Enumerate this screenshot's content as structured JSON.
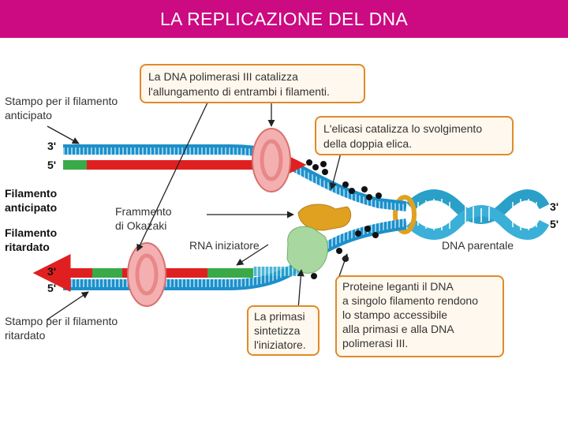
{
  "title": "LA REPLICAZIONE DEL DNA",
  "labels": {
    "leading_template": [
      "Stampo per il filamento",
      "anticipato"
    ],
    "leading_strand": [
      "Filamento",
      "anticipato"
    ],
    "lagging_strand": [
      "Filamento",
      "ritardato"
    ],
    "lagging_template": [
      "Stampo per il filamento",
      "ritardato"
    ],
    "okazaki": [
      "Frammento",
      "di Okazaki"
    ],
    "rna_primer": "RNA iniziatore",
    "parental_dna": "DNA parentale",
    "end_3": "3'",
    "end_5": "5'"
  },
  "callouts": {
    "polymerase": [
      "La DNA polimerasi III catalizza",
      "l'allungamento di entrambi i filamenti."
    ],
    "helicase": [
      "L'elicasi catalizza lo svolgimento",
      "della doppia elica."
    ],
    "ssb": [
      "Proteine leganti il DNA",
      "a singolo filamento rendono",
      "lo stampo accessibile",
      "alla primasi e alla DNA",
      "polimerasi III."
    ],
    "primase": [
      "La primasi",
      "sintetizza",
      "l'iniziatore."
    ]
  },
  "colors": {
    "title_bg": "#cc0a82",
    "template_strand": "#1e8fc8",
    "new_dna": "#e02020",
    "rna_primer": "#3aaa48",
    "polymerase": "#f09a9a",
    "helicase": "#e0a020",
    "primase": "#a8d8a0",
    "callout_border": "#e08a2a",
    "callout_fill": "#fff8ee"
  }
}
